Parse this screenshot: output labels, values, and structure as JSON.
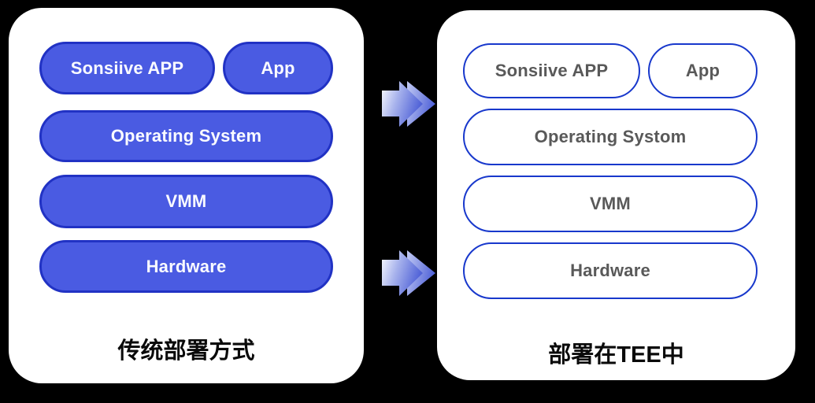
{
  "diagram": {
    "left_panel": {
      "title": "传统部署方式",
      "pills": {
        "sonsiive": "Sonsiive APP",
        "app": "App",
        "os": "Operating System",
        "vmm": "VMM",
        "hardware": "Hardware"
      }
    },
    "right_panel": {
      "title": "部署在TEE中",
      "pills": {
        "sonsiive": "Sonsiive APP",
        "app": "App",
        "os": "Operating Systom",
        "vmm": "VMM",
        "hardware": "Hardware"
      }
    },
    "icons": {
      "arrow_top": "double-chevron-right-arrow",
      "arrow_bottom": "double-chevron-right-arrow"
    },
    "colors": {
      "background": "#000000",
      "panel": "#FFFFFF",
      "solid_pill_fill": "#4A5BE2",
      "solid_pill_border": "#2132C4",
      "solid_pill_text": "#FAFBFF",
      "outline_pill_border": "#1838CC",
      "outline_pill_text": "#595959",
      "arrow_gradient_start": "#FCFDFF",
      "arrow_gradient_end": "#5163D8",
      "title_text": "#0A0A0A"
    }
  }
}
